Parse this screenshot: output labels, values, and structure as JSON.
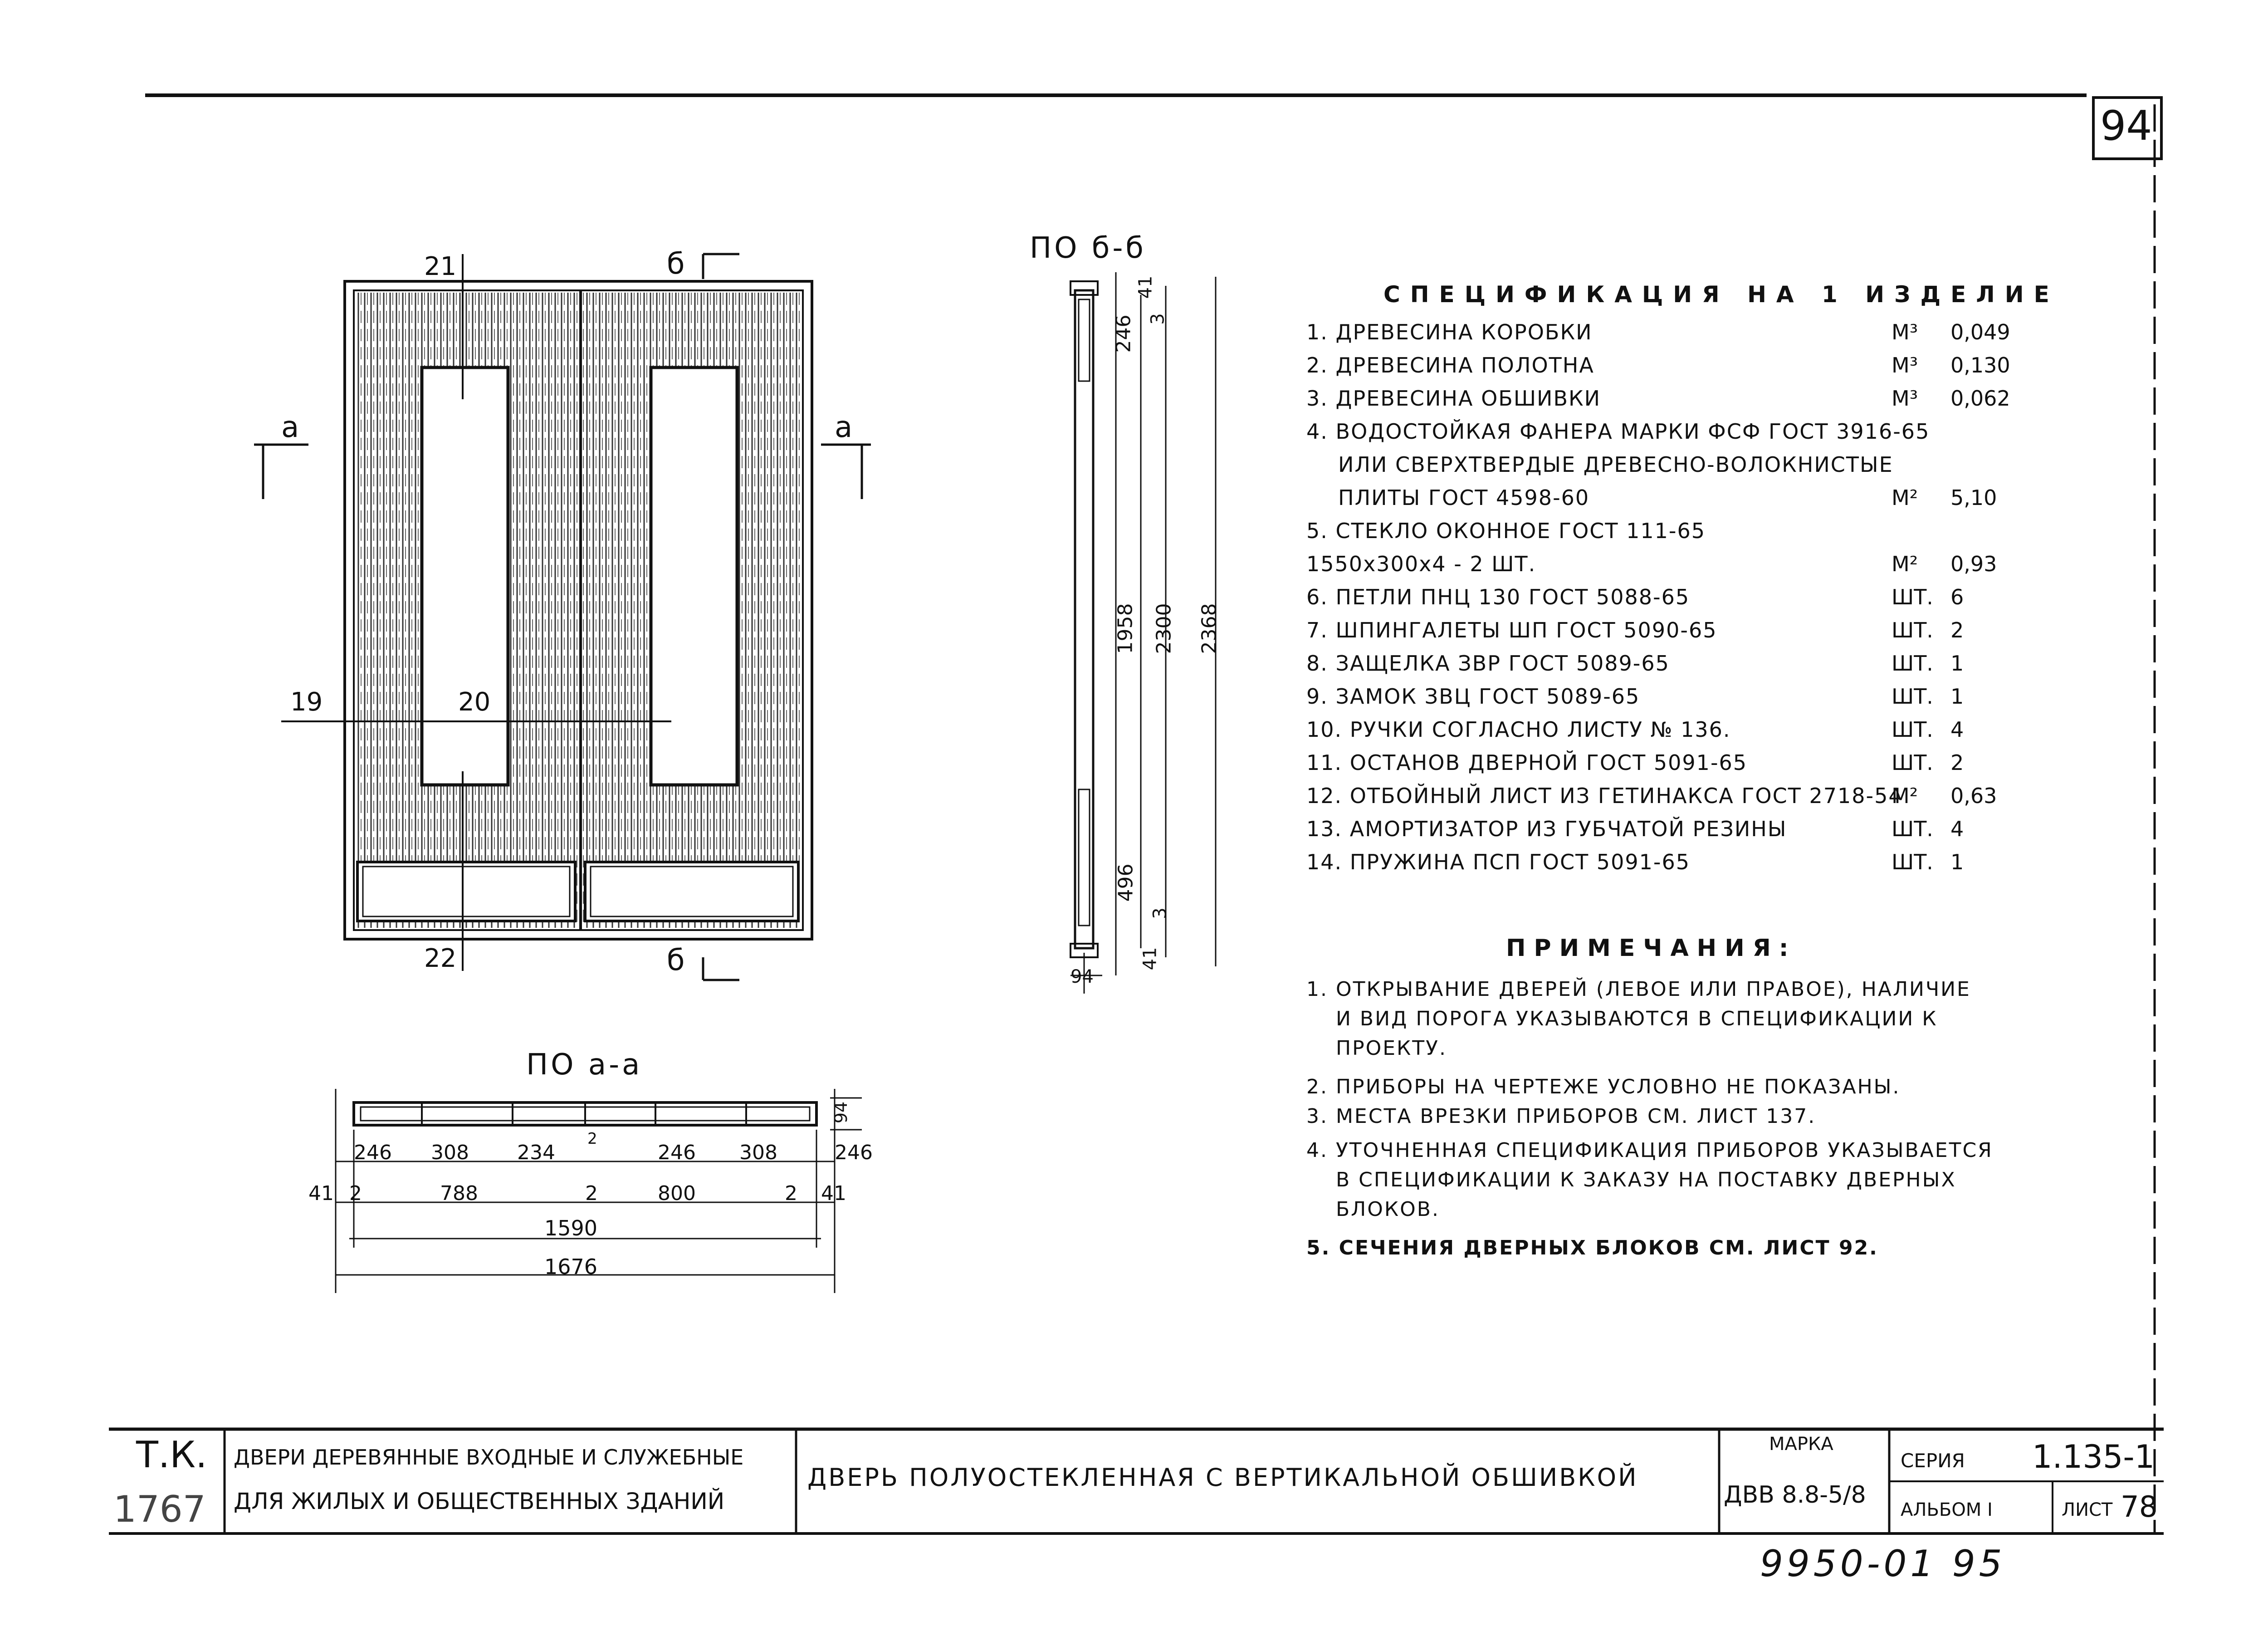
{
  "page": {
    "sheet_number_corner": "94"
  },
  "section_b": {
    "title": "ПО б-б",
    "dims": [
      "41",
      "246",
      "3",
      "1958",
      "2300",
      "2368",
      "496",
      "3",
      "41",
      "94"
    ]
  },
  "section_a": {
    "title": "ПО а-а",
    "dims_row1": [
      "246",
      "308",
      "234",
      "2",
      "246",
      "308",
      "246"
    ],
    "dims_row2": [
      "41",
      "2",
      "788",
      "2",
      "800",
      "2",
      "41"
    ],
    "dim_1590": "1590",
    "dim_1676": "1676",
    "dim_94": "94"
  },
  "elevation": {
    "labels": {
      "n21": "21",
      "n19": "19",
      "n20": "20",
      "n22": "22",
      "cut_a_left": "а",
      "cut_a_right": "а",
      "cut_b_top": "б",
      "cut_b_bottom": "б"
    }
  },
  "specification": {
    "title": "СПЕЦИФИКАЦИЯ НА 1 ИЗДЕЛИЕ",
    "rows": [
      {
        "text": "1. ДРЕВЕСИНА КОРОБКИ",
        "unit": "М³",
        "value": "0,049"
      },
      {
        "text": "2. ДРЕВЕСИНА ПОЛОТНА",
        "unit": "М³",
        "value": "0,130"
      },
      {
        "text": "3. ДРЕВЕСИНА ОБШИВКИ",
        "unit": "М³",
        "value": "0,062"
      },
      {
        "text": "4. ВОДОСТОЙКАЯ ФАНЕРА МАРКИ ФСФ ГОСТ 3916-65",
        "unit": "",
        "value": ""
      },
      {
        "text": "ИЛИ СВЕРХТВЕРДЫЕ ДРЕВЕСНО-ВОЛОКНИСТЫЕ",
        "unit": "",
        "value": ""
      },
      {
        "text": "ПЛИТЫ ГОСТ 4598-60",
        "unit": "М²",
        "value": "5,10"
      },
      {
        "text": "5. СТЕКЛО ОКОННОЕ ГОСТ 111-65",
        "unit": "",
        "value": ""
      },
      {
        "text": "1550х300х4 - 2 ШТ.",
        "unit": "М²",
        "value": "0,93"
      },
      {
        "text": "6. ПЕТЛИ ПНЦ 130 ГОСТ 5088-65",
        "unit": "ШТ.",
        "value": "6"
      },
      {
        "text": "7. ШПИНГАЛЕТЫ ШП ГОСТ 5090-65",
        "unit": "ШТ.",
        "value": "2"
      },
      {
        "text": "8. ЗАЩЕЛКА ЗВР ГОСТ 5089-65",
        "unit": "ШТ.",
        "value": "1"
      },
      {
        "text": "9. ЗАМОК ЗВЦ ГОСТ 5089-65",
        "unit": "ШТ.",
        "value": "1"
      },
      {
        "text": "10. РУЧКИ СОГЛАСНО ЛИСТУ № 136.",
        "unit": "ШТ.",
        "value": "4"
      },
      {
        "text": "11. ОСТАНОВ ДВЕРНОЙ ГОСТ 5091-65",
        "unit": "ШТ.",
        "value": "2"
      },
      {
        "text": "12. ОТБОЙНЫЙ ЛИСТ ИЗ ГЕТИНАКСА ГОСТ 2718-54",
        "unit": "М²",
        "value": "0,63"
      },
      {
        "text": "13. АМОРТИЗАТОР ИЗ ГУБЧАТОЙ РЕЗИНЫ",
        "unit": "ШТ.",
        "value": "4"
      },
      {
        "text": "14. ПРУЖИНА ПСП ГОСТ 5091-65",
        "unit": "ШТ.",
        "value": "1"
      }
    ]
  },
  "notes": {
    "title": "ПРИМЕЧАНИЯ:",
    "lines": [
      "1. ОТКРЫВАНИЕ ДВЕРЕЙ (ЛЕВОЕ ИЛИ ПРАВОЕ), НАЛИЧИЕ",
      "И ВИД ПОРОГА УКАЗЫВАЮТСЯ В СПЕЦИФИКАЦИИ К",
      "ПРОЕКТУ.",
      "2. ПРИБОРЫ НА ЧЕРТЕЖЕ УСЛОВНО НЕ ПОКАЗАНЫ.",
      "3. МЕСТА ВРЕЗКИ ПРИБОРОВ СМ. ЛИСТ 137.",
      "4. УТОЧНЕННАЯ СПЕЦИФИКАЦИЯ ПРИБОРОВ УКАЗЫВАЕТСЯ",
      "В СПЕЦИФИКАЦИИ К ЗАКАЗУ НА ПОСТАВКУ ДВЕРНЫХ",
      "БЛОКОВ.",
      "5. СЕЧЕНИЯ ДВЕРНЫХ БЛОКОВ СМ. ЛИСТ 92."
    ]
  },
  "title_block": {
    "tk_label": "Т.К.",
    "tk_number": "1767",
    "group_title_line1": "ДВЕРИ ДЕРЕВЯННЫЕ ВХОДНЫЕ И СЛУЖЕБНЫЕ",
    "group_title_line2": "ДЛЯ ЖИЛЫХ И ОБЩЕСТВЕННЫХ ЗДАНИЙ",
    "sheet_title": "ДВЕРЬ ПОЛУОСТЕКЛЕННАЯ С ВЕРТИКАЛЬНОЙ ОБШИВКОЙ",
    "mark_label": "МАРКА",
    "mark_value": "ДВВ 8.8-5/8",
    "series_label": "СЕРИЯ",
    "series_value": "1.135-1",
    "album_label": "АЛЬБОМ I",
    "sheet_label": "ЛИСТ",
    "sheet_value": "78"
  },
  "footer_stamp": "9950-01 95"
}
